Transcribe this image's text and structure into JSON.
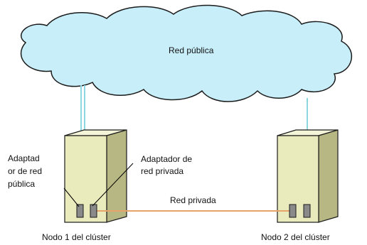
{
  "colors": {
    "cloud_fill": "#c7eef9",
    "cloud_stroke": "#1b1b1b",
    "public_link": "#8ed8e4",
    "private_link": "#e7a468",
    "server_front": "#e9ebbd",
    "server_side": "#b6b783",
    "server_top": "#f4f5d8",
    "port_fill": "#8a8a8a",
    "leader_line": "#000000"
  },
  "labels": {
    "public_network": "Red pública",
    "private_network": "Red privada",
    "public_adapter": "Adaptad\nor de red\npública",
    "private_adapter": "Adaptador de\nred privada",
    "node1": "Nodo 1 del clúster",
    "node2": "Nodo 2 del clúster"
  },
  "nodes": [
    {
      "name": "node-1",
      "label_key": "node1"
    },
    {
      "name": "node-2",
      "label_key": "node2"
    }
  ],
  "icons": {
    "cloud": "cloud-icon",
    "server": "server-tower-icon",
    "port": "network-port-icon"
  }
}
